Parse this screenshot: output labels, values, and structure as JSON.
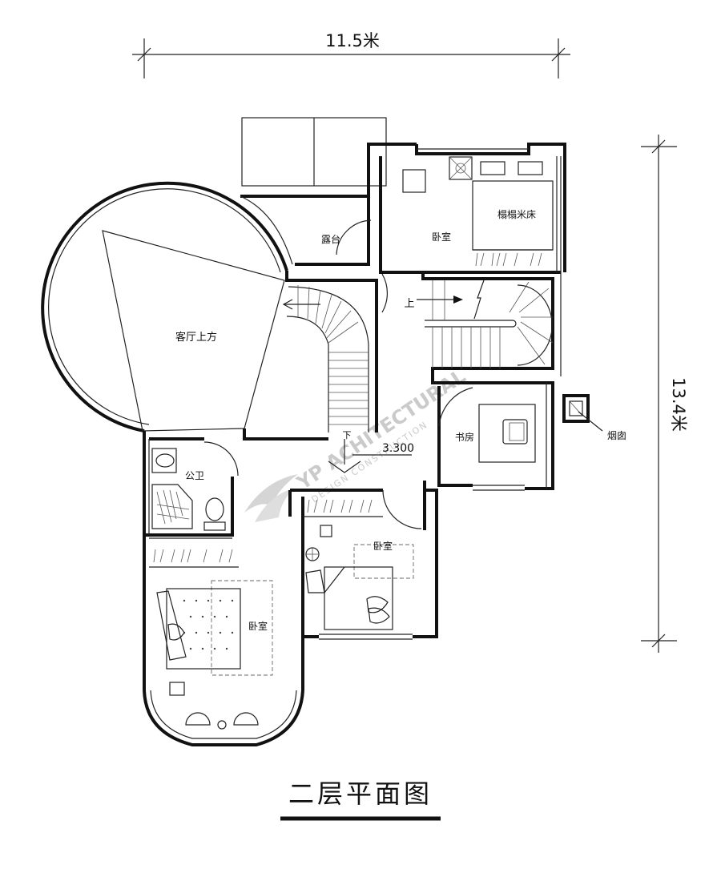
{
  "dimensions": {
    "width": "11.5米",
    "depth": "13.4米"
  },
  "rooms": {
    "living_above": "客厅上方",
    "terrace": "露台",
    "bedroom_top": "卧室",
    "tatami": "榻榻米床",
    "study": "书房",
    "chimney": "烟囱",
    "bathroom": "公卫",
    "bedroom_middle": "卧室",
    "bedroom_bottom": "卧室"
  },
  "stair": {
    "up": "上",
    "down": "下"
  },
  "elevation": "3.300",
  "watermark": {
    "brand": "YP ACHITECTURAL",
    "tagline": "DESIGN CONSTRUCTION"
  },
  "title": "二层平面图"
}
